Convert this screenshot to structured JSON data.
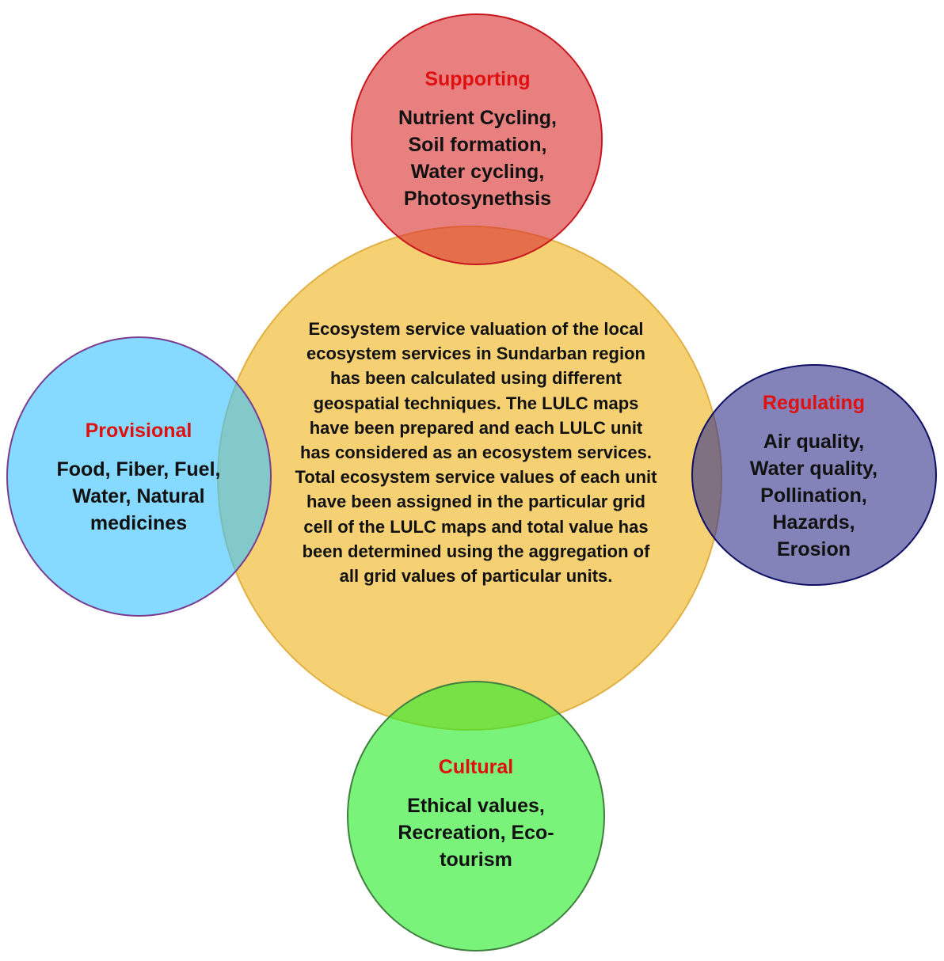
{
  "center": {
    "text": "Ecosystem service valuation of the local ecosystem services in Sundarban region has been calculated using different geospatial techniques. The LULC maps have been prepared and each LULC unit has considered as an ecosystem services. Total ecosystem service values of each unit have been assigned in the particular grid cell of the LULC maps and total value has been determined using the aggregation of all grid values of particular units."
  },
  "supporting": {
    "title": "Supporting",
    "items": "Nutrient Cycling,\nSoil formation,\nWater cycling,\nPhotosynethsis"
  },
  "provisional": {
    "title": "Provisional",
    "items": "Food, Fiber, Fuel,\nWater, Natural\nmedicines"
  },
  "regulating": {
    "title": "Regulating",
    "items": "Air quality,\nWater quality,\nPollination,\nHazards,\nErosion"
  },
  "cultural": {
    "title": "Cultural",
    "items": "Ethical values,\nRecreation, Eco-\ntourism"
  },
  "colors": {
    "heading": "#e01010",
    "center_fill": "#f5cd69",
    "supporting_fill": "#dc3232",
    "provisional_fill": "#3cc3ff",
    "regulating_fill": "#30308c",
    "cultural_fill": "#28eb28"
  }
}
